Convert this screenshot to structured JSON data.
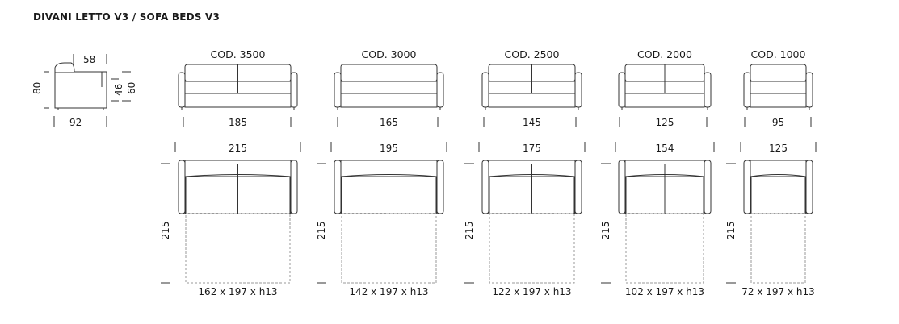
{
  "title": "DIVANI LETTO V3 / SOFA BEDS V3",
  "side_view": {
    "depth": "58",
    "height": "80",
    "arm_height": "46",
    "seat_height": "60",
    "total_depth": "92"
  },
  "models": [
    {
      "code": "COD. 3500",
      "seat_width": "185",
      "total_width": "215",
      "open_depth": "215",
      "mattress": "162 x 197 x h13",
      "cushions": 2
    },
    {
      "code": "COD. 3000",
      "seat_width": "165",
      "total_width": "195",
      "open_depth": "215",
      "mattress": "142 x 197 x h13",
      "cushions": 2
    },
    {
      "code": "COD. 2500",
      "seat_width": "145",
      "total_width": "175",
      "open_depth": "215",
      "mattress": "122 x 197 x h13",
      "cushions": 2
    },
    {
      "code": "COD. 2000",
      "seat_width": "125",
      "total_width": "154",
      "open_depth": "215",
      "mattress": "102 x 197 x h13",
      "cushions": 2
    },
    {
      "code": "COD. 1000",
      "seat_width": "95",
      "total_width": "125",
      "open_depth": "215",
      "mattress": "72 x 197 x h13",
      "cushions": 1
    }
  ]
}
